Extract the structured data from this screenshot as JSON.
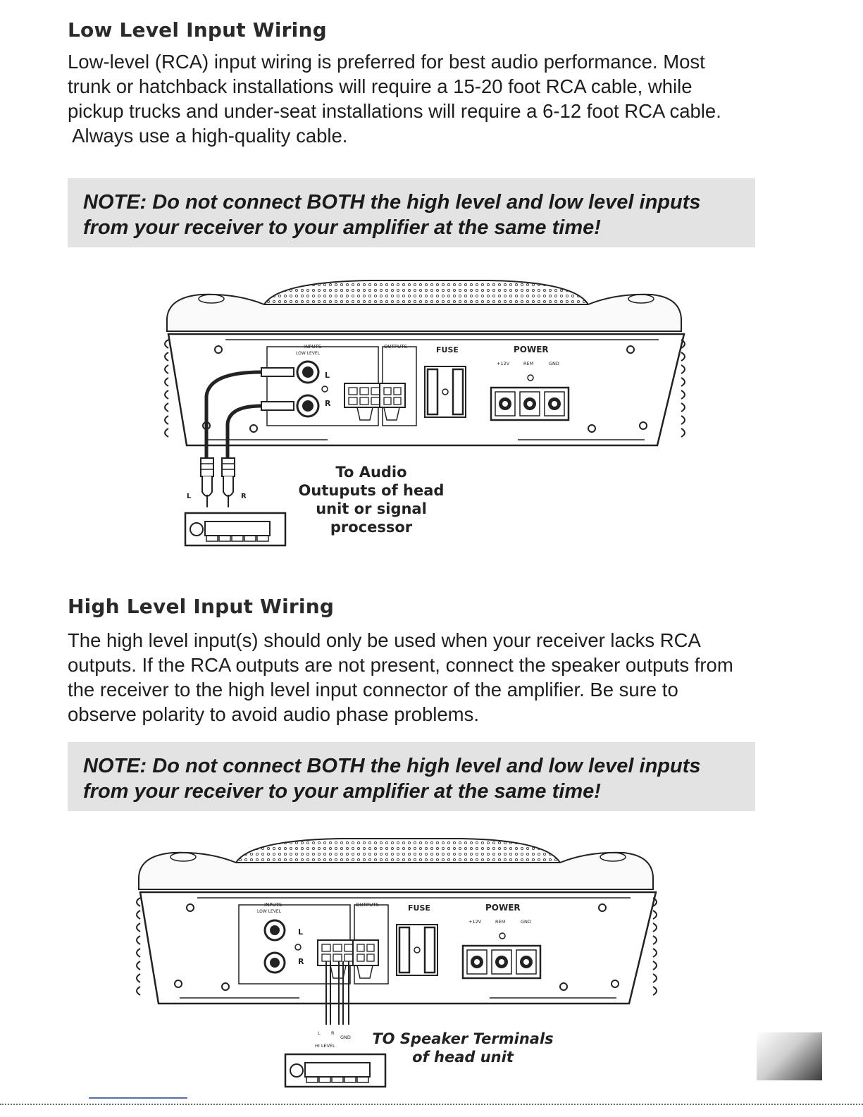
{
  "low_level": {
    "title": "Low Level Input Wiring",
    "paragraph": [
      "Low-level (RCA) input wiring is preferred for best audio performance. Most",
      "trunk or hatchback installations will require a 15-20 foot RCA cable, while",
      "pickup trucks and under-seat installations will require a 6-12 foot RCA cable.",
      " Always use a high-quality cable."
    ],
    "note": [
      "NOTE: Do not connect BOTH the high level and low level inputs",
      "from your receiver to your amplifier at the same time!"
    ],
    "diagram": {
      "inputs_label": "INPUTS",
      "low_level_label": "LOW LEVEL",
      "outputs_label": "OUTPUTS",
      "fuse_label": "FUSE",
      "power_label": "POWER",
      "plus12v_label": "+12V",
      "rem_label": "REM",
      "gnd_label": "GND",
      "left_label": "L",
      "right_label": "R",
      "callout": [
        "To Audio",
        "Outuputs of head",
        "unit or signal",
        "processor"
      ]
    }
  },
  "high_level": {
    "title": "High Level Input Wiring",
    "paragraph": [
      "The high level input(s) should only be used when your receiver lacks RCA",
      "outputs. If the RCA outputs are not present, connect the speaker outputs from",
      "the receiver to the high level input connector of the amplifier. Be sure to",
      "observe polarity to avoid audio phase problems."
    ],
    "note": [
      "NOTE: Do not connect BOTH the high level and low level inputs",
      "from your receiver to your amplifier at the same time!"
    ],
    "diagram": {
      "inputs_label": "INPUTS",
      "low_level_label": "LOW LEVEL",
      "outputs_label": "OUTPUTS",
      "fuse_label": "FUSE",
      "power_label": "POWER",
      "plus12v_label": "+12V",
      "rem_label": "REM",
      "gnd_label": "GND",
      "left_label": "L",
      "right_label": "R",
      "wire_left": "L",
      "wire_right": "R",
      "wire_gnd": "GND",
      "hi_level_label": "HI LEVEL",
      "callout": [
        "TO Speaker Terminals",
        "of head unit"
      ]
    }
  },
  "colors": {
    "note_background": "#e3e3e3",
    "footer_link": "#4a6fd8"
  }
}
